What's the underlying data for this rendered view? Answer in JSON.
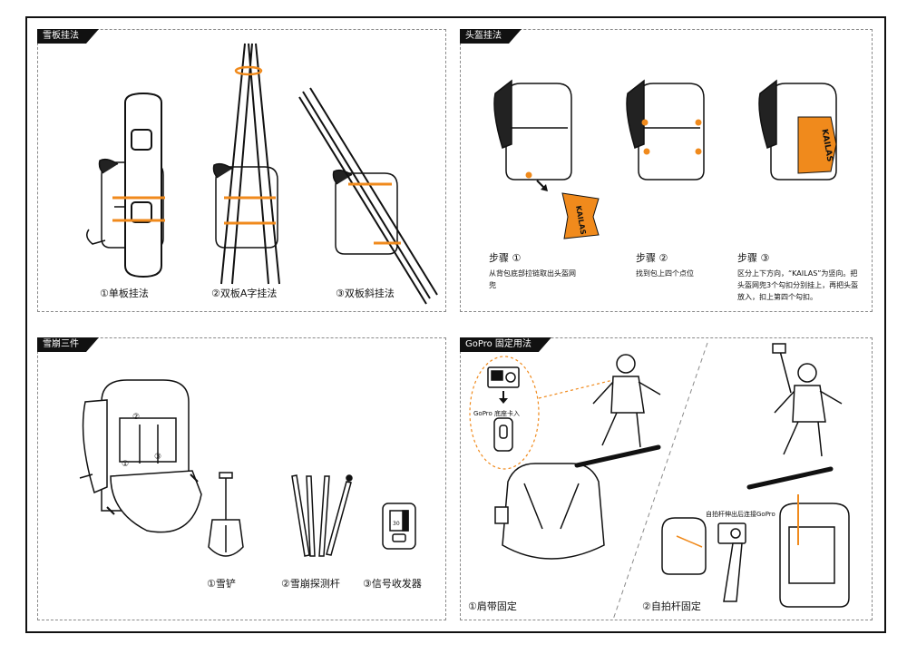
{
  "panels": {
    "snowboard": {
      "title": "雪板挂法",
      "captions": [
        "①单板挂法",
        "②双板A字挂法",
        "③双板斜挂法"
      ]
    },
    "helmet": {
      "title": "头盔挂法",
      "brand": "KAILAS",
      "steps": [
        {
          "label": "步骤 ①",
          "desc": "从背包底部拉链取出头盔网兜"
        },
        {
          "label": "步骤 ②",
          "desc": "找到包上四个点位"
        },
        {
          "label": "步骤 ③",
          "desc": "区分上下方向，“KAILAS”为竖向。把头盔网兜3个勾扣分别挂上，再把头盔放入，扣上第四个勾扣。"
        }
      ]
    },
    "avalanche": {
      "title": "雪崩三件",
      "captions": [
        "①雪铲",
        "②雪崩探测杆",
        "③信号收发器"
      ],
      "pocket_markers": [
        "②",
        "①",
        "③"
      ],
      "beacon_readout": "30"
    },
    "gopro": {
      "title": "GoPro 固定用法",
      "mount_label": "GoPro 底座卡入",
      "selfie_label": "自拍杆伸出后连接GoPro",
      "captions": [
        "①肩带固定",
        "②自拍杆固定"
      ]
    }
  },
  "colors": {
    "accent": "#f08a1c",
    "ink": "#111111",
    "dashed": "#8a8a8a"
  }
}
